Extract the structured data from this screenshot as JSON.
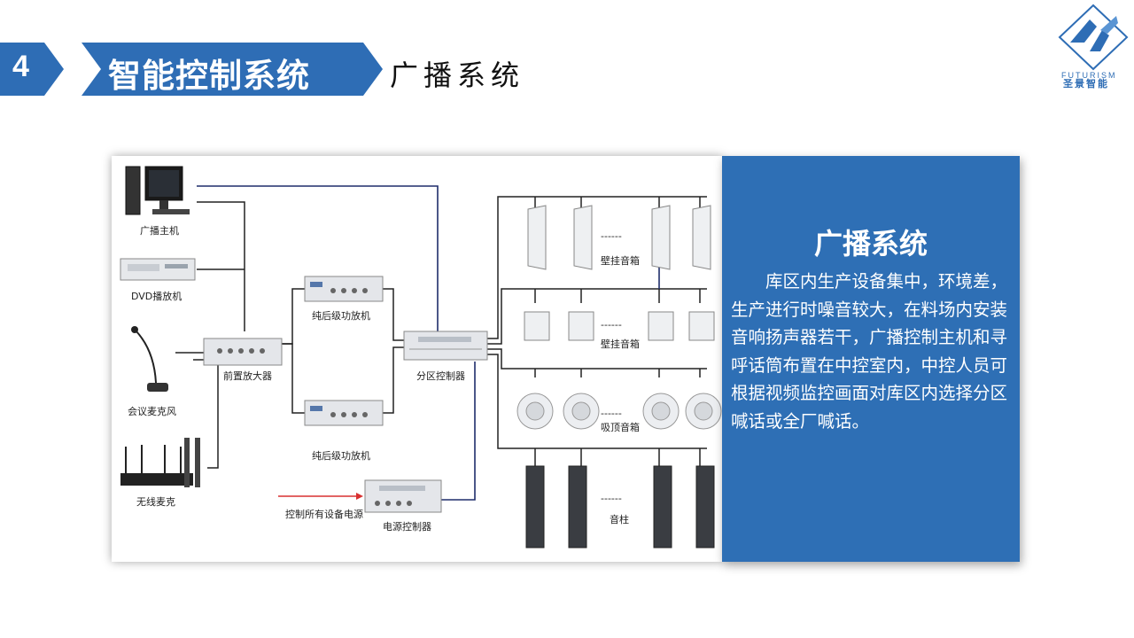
{
  "header": {
    "number": "4",
    "title": "智能控制系统",
    "subtitle": "广播系统"
  },
  "logo": {
    "en": "FUTURISM",
    "cn": "圣景智能"
  },
  "diagram": {
    "labels": {
      "host": "广播主机",
      "dvd": "DVD播放机",
      "conf_mic": "会议麦克风",
      "wireless_mic": "无线麦克",
      "preamp": "前置放大器",
      "amp_top": "纯后级功放机",
      "amp_bottom": "纯后级功放机",
      "zone_ctrl": "分区控制器",
      "power_ctrl": "电源控制器",
      "power_note": "控制所有设备电源",
      "wall_speaker_1": "壁挂音箱",
      "wall_speaker_2": "壁挂音箱",
      "ceiling_speaker": "吸顶音箱",
      "column_speaker": "音柱",
      "dashes": "------"
    }
  },
  "panel": {
    "title": "广播系统",
    "body": "库区内生产设备集中，环境差，生产进行时噪音较大，在料场内安装音响扬声器若干，广播控制主机和寻呼话筒布置在中控室内，中控人员可根据视频监控画面对库区内选择分区喊话或全厂喊话。"
  },
  "colors": {
    "accent": "#2e6fb5",
    "header_blue": "#2e6db5",
    "line_dark": "#222222",
    "line_navy": "#1f2d6b",
    "arrow_red": "#d93030"
  }
}
